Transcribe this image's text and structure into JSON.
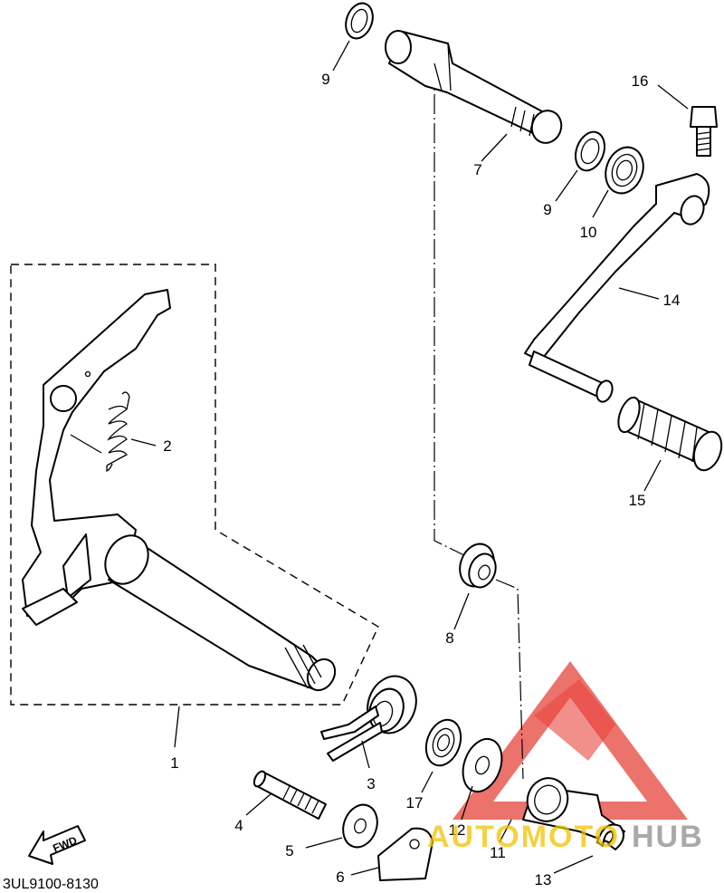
{
  "diagram": {
    "catalog_code": "3UL9100-8130",
    "fwd_label": "FWD",
    "callouts": [
      "1",
      "2",
      "3",
      "4",
      "5",
      "6",
      "7",
      "8",
      "9",
      "9",
      "10",
      "11",
      "12",
      "13",
      "14",
      "15",
      "16",
      "17"
    ]
  },
  "watermark": {
    "word_left": "AUTOMOTO",
    "word_right": "HUB",
    "color_left": "#f2c200",
    "color_right": "#9a9a9a",
    "logo_color": "#e2231a"
  }
}
